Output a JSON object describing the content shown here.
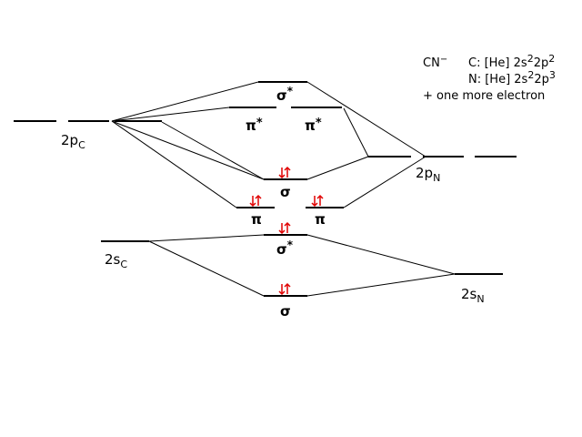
{
  "colors": {
    "line": "#000000",
    "electron": "#e00000",
    "background": "#ffffff"
  },
  "header": {
    "ion": "CN",
    "ion_charge": "−",
    "c_prefix": "C: [He] 2s",
    "c_sup1": "2",
    "c_mid": "2p",
    "c_sup2": "2",
    "n_prefix": "N: [He] 2s",
    "n_sup1": "2",
    "n_mid": "2p",
    "n_sup2": "3",
    "extra": "+ one more electron"
  },
  "atomic_labels": {
    "c_2p": {
      "main": "2p",
      "sub": "C"
    },
    "n_2p": {
      "main": "2p",
      "sub": "N"
    },
    "c_2s": {
      "main": "2s",
      "sub": "C"
    },
    "n_2s": {
      "main": "2s",
      "sub": "N"
    }
  },
  "mo_labels": {
    "sigma_star_2p": {
      "sym": "σ",
      "mark": "*"
    },
    "pi_star_a": {
      "sym": "π",
      "mark": "*"
    },
    "pi_star_b": {
      "sym": "π",
      "mark": "*"
    },
    "sigma_2p": {
      "sym": "σ"
    },
    "pi_a": {
      "sym": "π"
    },
    "pi_b": {
      "sym": "π"
    },
    "sigma_star_2s": {
      "sym": "σ",
      "mark": "*"
    },
    "sigma_2s": {
      "sym": "σ"
    }
  },
  "electron_pairs": {
    "sigma_2p": 2,
    "pi_a": 2,
    "pi_b": 2,
    "sigma_star_2s": 2,
    "sigma_2s": 2
  }
}
